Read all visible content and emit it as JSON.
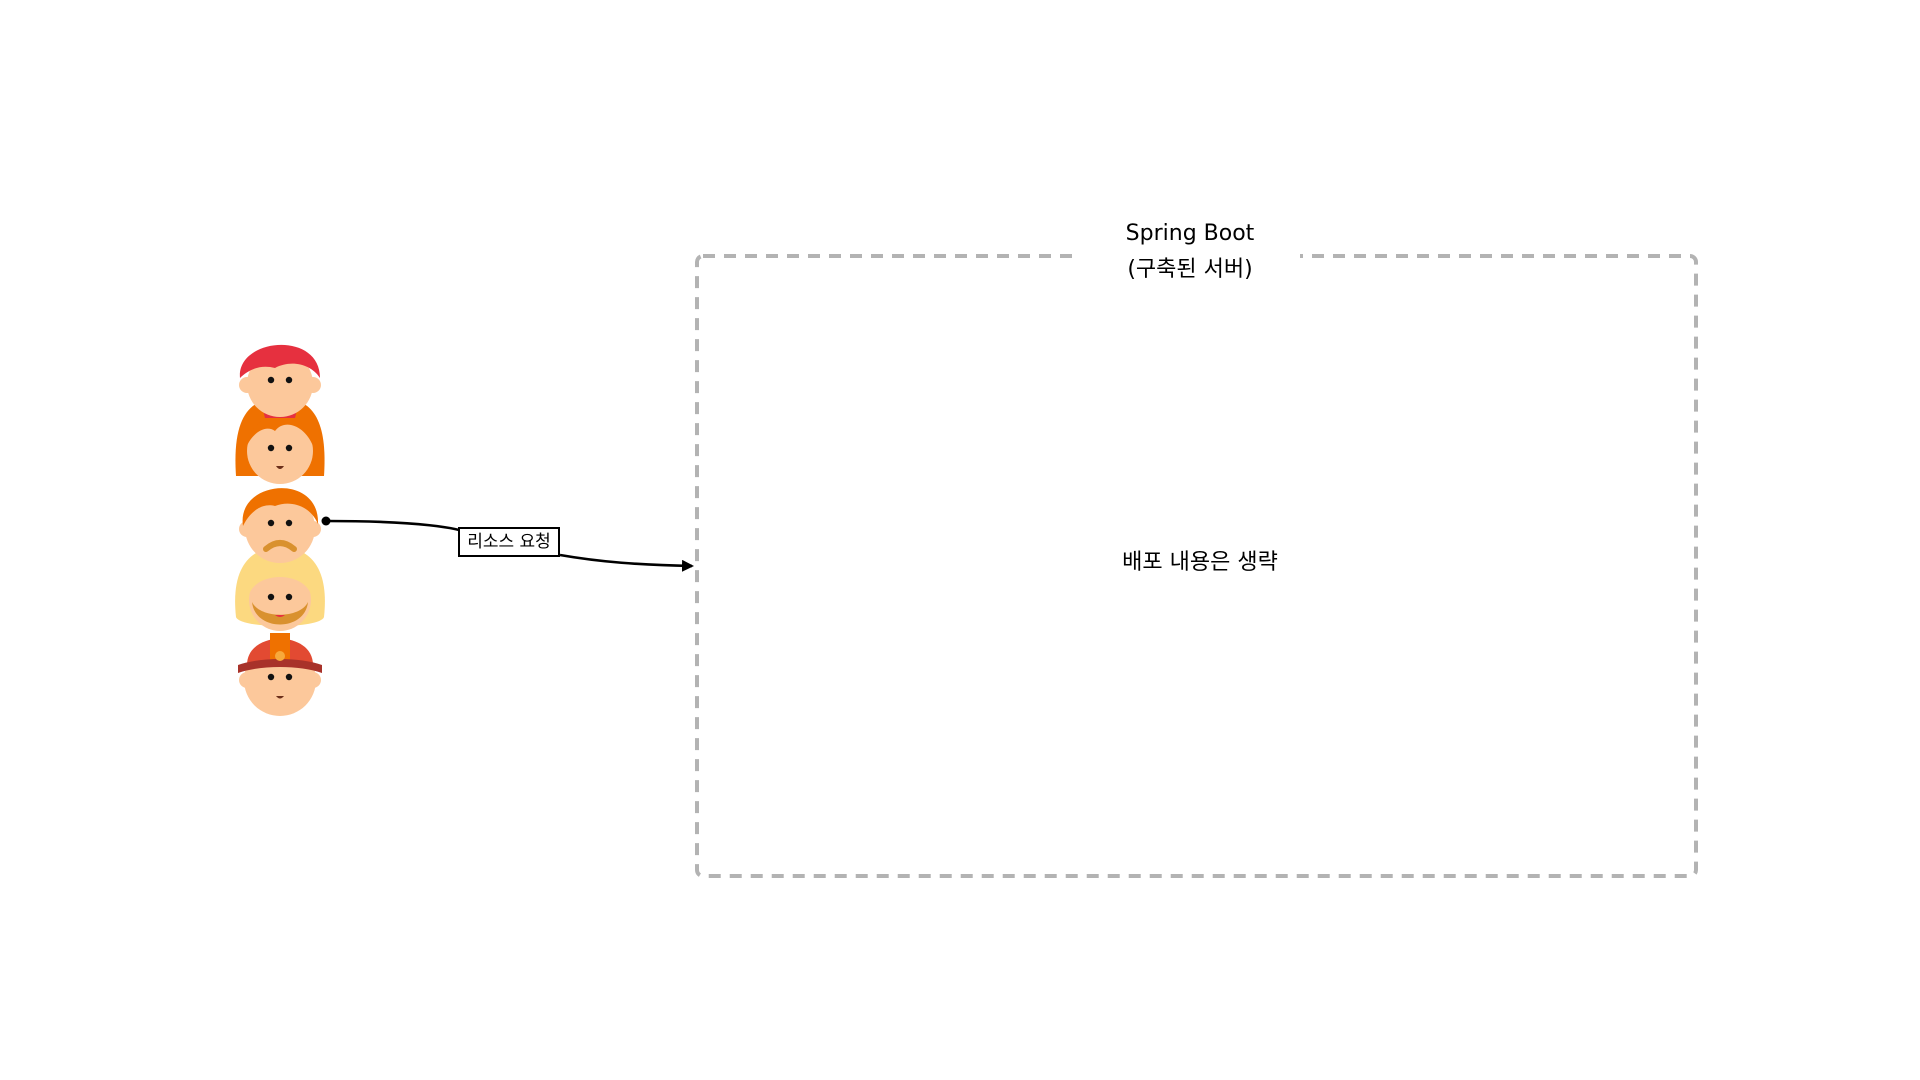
{
  "diagram": {
    "server_box": {
      "title_line1": "Spring Boot",
      "title_line2": "(구축된 서버)",
      "content": "배포 내용은 생략",
      "border_color": "#b3b3b3",
      "border_style": "dashed"
    },
    "edge": {
      "label": "리소스 요청",
      "from": "users-group",
      "to": "server-box",
      "color": "#000000"
    },
    "users": [
      {
        "icon": "user-red-hair-icon",
        "hair_color": "#e6303f"
      },
      {
        "icon": "user-orange-long-hair-icon",
        "hair_color": "#ef7100"
      },
      {
        "icon": "user-orange-hair-frown-icon",
        "hair_color": "#ef7100"
      },
      {
        "icon": "user-blonde-bearded-icon",
        "hair_color": "#fcd980"
      },
      {
        "icon": "user-red-cap-icon",
        "hair_color": "#e24a32"
      }
    ],
    "skin_color": "#fcc89b"
  }
}
